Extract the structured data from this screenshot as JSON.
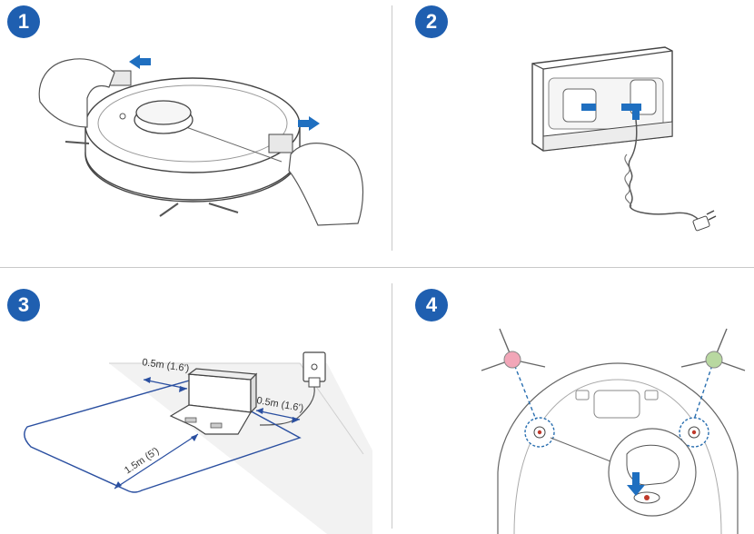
{
  "steps": [
    {
      "number": "1"
    },
    {
      "number": "2"
    },
    {
      "number": "3"
    },
    {
      "number": "4"
    }
  ],
  "step3": {
    "side_left_label": "0.5m (1.6')",
    "side_right_label": "0.5m (1.6')",
    "front_label": "1.5m (5')"
  },
  "colors": {
    "badge": "#1f5fb0",
    "arrow": "#1f6fc0",
    "clearance_line": "#2a4fa0",
    "left_brush": "#f2a6b8",
    "right_brush": "#b8d8a0"
  }
}
